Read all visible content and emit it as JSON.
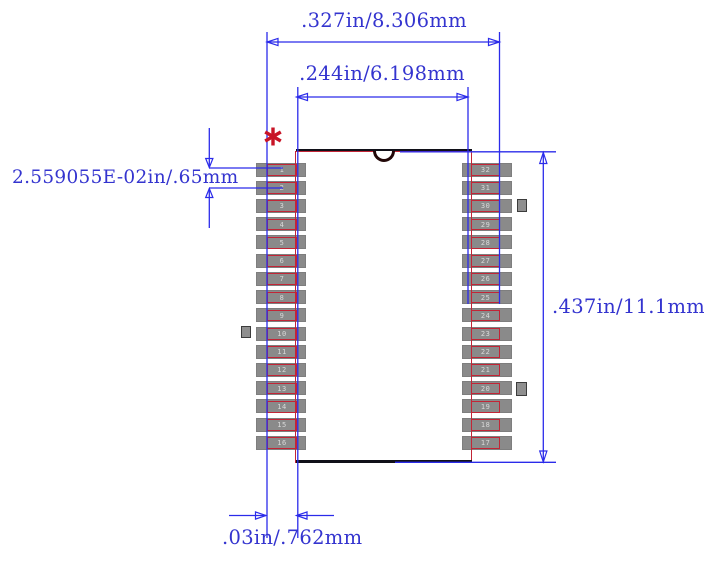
{
  "drawing": {
    "dimension_labels": {
      "lead_span": ".327in/8.306mm",
      "body_width": ".244in/6.198mm",
      "pin_pitch": "2.559055E-02in/.65mm",
      "overall_height": ".437in/11.1mm",
      "pad_length": ".03in/.762mm"
    },
    "pin1_marker": "*",
    "left_pin_numbers": [
      "1",
      "2",
      "3",
      "4",
      "5",
      "6",
      "7",
      "8",
      "9",
      "10",
      "11",
      "12",
      "13",
      "14",
      "15",
      "16"
    ],
    "right_pin_numbers": [
      "32",
      "31",
      "30",
      "29",
      "28",
      "27",
      "26",
      "25",
      "24",
      "23",
      "22",
      "21",
      "20",
      "19",
      "18",
      "17"
    ],
    "colors": {
      "dimension_blue": "#2b2bea",
      "text_blue": "#3434cf",
      "pad_gray": "#8a8a8a",
      "pad_outline_red": "#c22536",
      "body_outline_black": "#101018",
      "asterisk_red": "#c81426",
      "fiducial_gray": "#8f8f8f"
    }
  }
}
